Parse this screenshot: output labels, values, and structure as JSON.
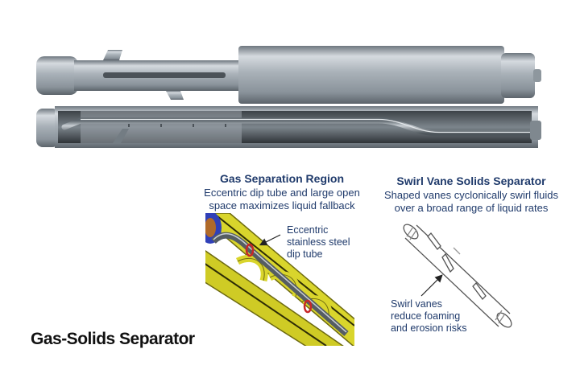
{
  "main_title": "Gas-Solids Separator",
  "gas_region": {
    "title": "Gas Separation Region",
    "description_lines": [
      "Eccentric dip tube and large open",
      "space maximizes liquid fallback"
    ],
    "callout_lines": [
      "Eccentric",
      "stainless steel",
      "dip tube"
    ]
  },
  "swirl_region": {
    "title": "Swirl Vane Solids Separator",
    "description_lines": [
      "Shaped vanes cyclonically swirl fluids",
      "over a broad range of liquid rates"
    ],
    "callout_lines": [
      "Swirl vanes",
      "reduce foaming",
      "and erosion risks"
    ]
  },
  "colors": {
    "title_blue": "#1f3a6b",
    "steel": "#a9b1b8",
    "cutaway_yellow": "#e0dc35",
    "marker_red": "#c62828"
  }
}
